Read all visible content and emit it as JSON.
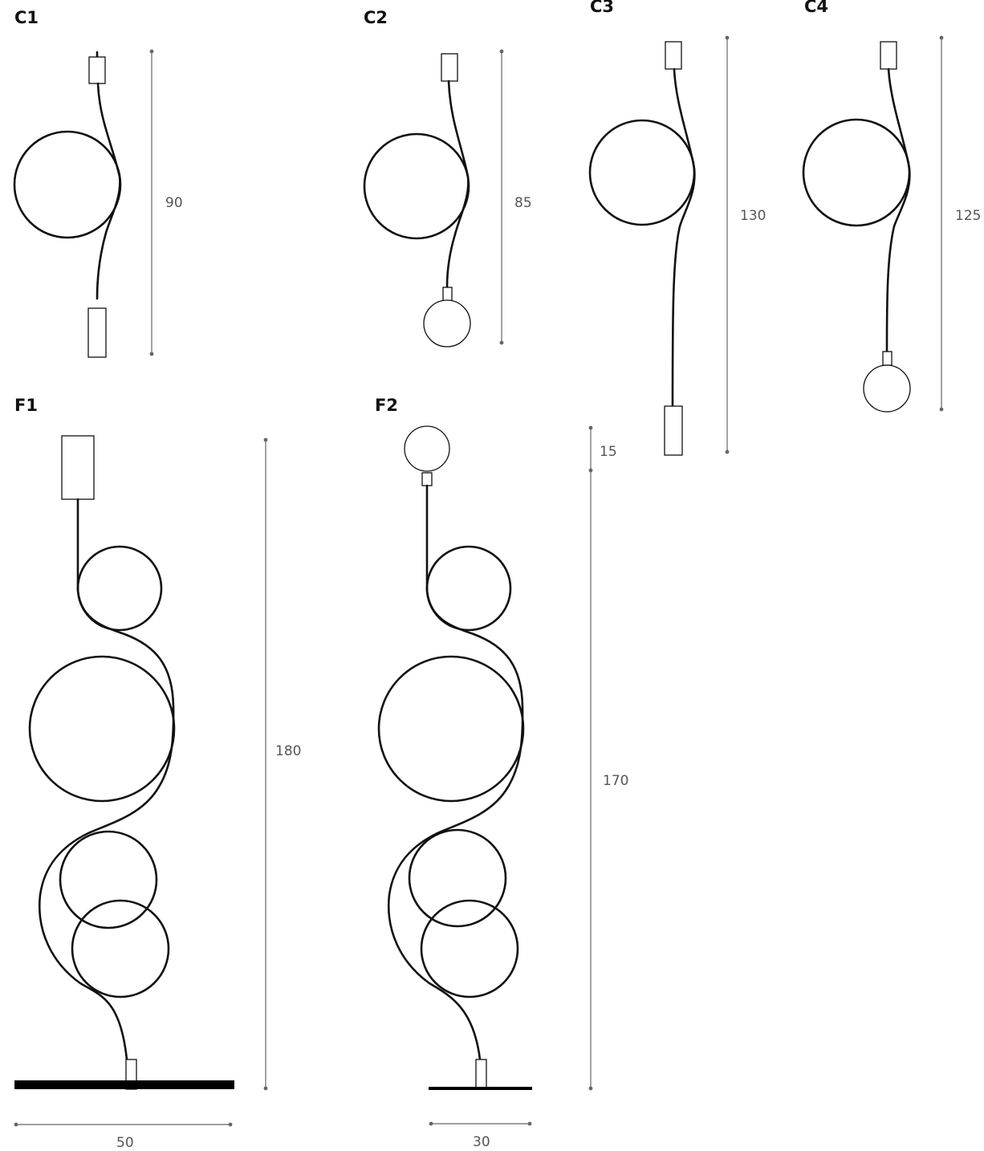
{
  "models": {
    "c1": {
      "label": "C1",
      "height": "90"
    },
    "c2": {
      "label": "C2",
      "height": "85"
    },
    "c3": {
      "label": "C3",
      "height": "130"
    },
    "c4": {
      "label": "C4",
      "height": "125"
    },
    "f1": {
      "label": "F1",
      "height": "180",
      "width": "50"
    },
    "f2": {
      "label": "F2",
      "height": "170",
      "top_height": "15",
      "width": "30"
    }
  },
  "colors": {
    "line": "#111111",
    "dimension": "#666666",
    "base": "#000000"
  }
}
